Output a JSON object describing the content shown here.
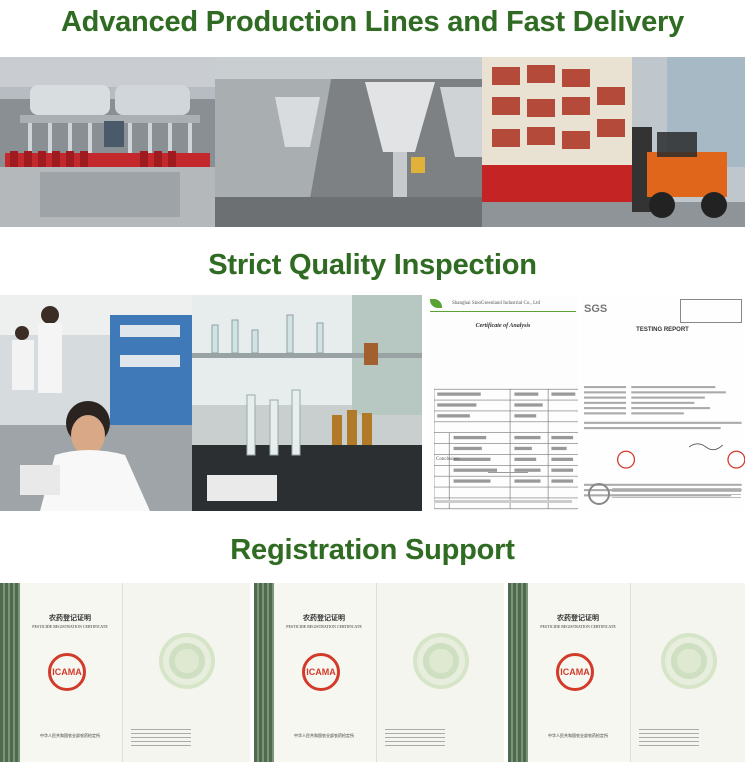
{
  "sections": [
    {
      "title": "Advanced Production Lines and Fast Delivery"
    },
    {
      "title": "Strict Quality Inspection"
    },
    {
      "title": "Registration Support"
    }
  ],
  "documents": {
    "coa_company": "Shanghai SinoGreenland Industrial Co., Ltd",
    "coa_title": "Certificate of Analysis",
    "coa_conclusion": "Conclusion:",
    "sgs_logo": "SGS",
    "sgs_title": "TESTING REPORT"
  },
  "certificate": {
    "title_cn": "农药登记证明",
    "title_en": "PESTICIDE REGISTRATION CERTIFICATE",
    "logo": "ICAMA",
    "issuer_cn": "中华人民共和国农业部农药检定所"
  },
  "colors": {
    "heading": "#2f6b22",
    "forklift": "#e0661b",
    "cert_border": "#4f6a4d",
    "seal": "#d23a2a"
  }
}
